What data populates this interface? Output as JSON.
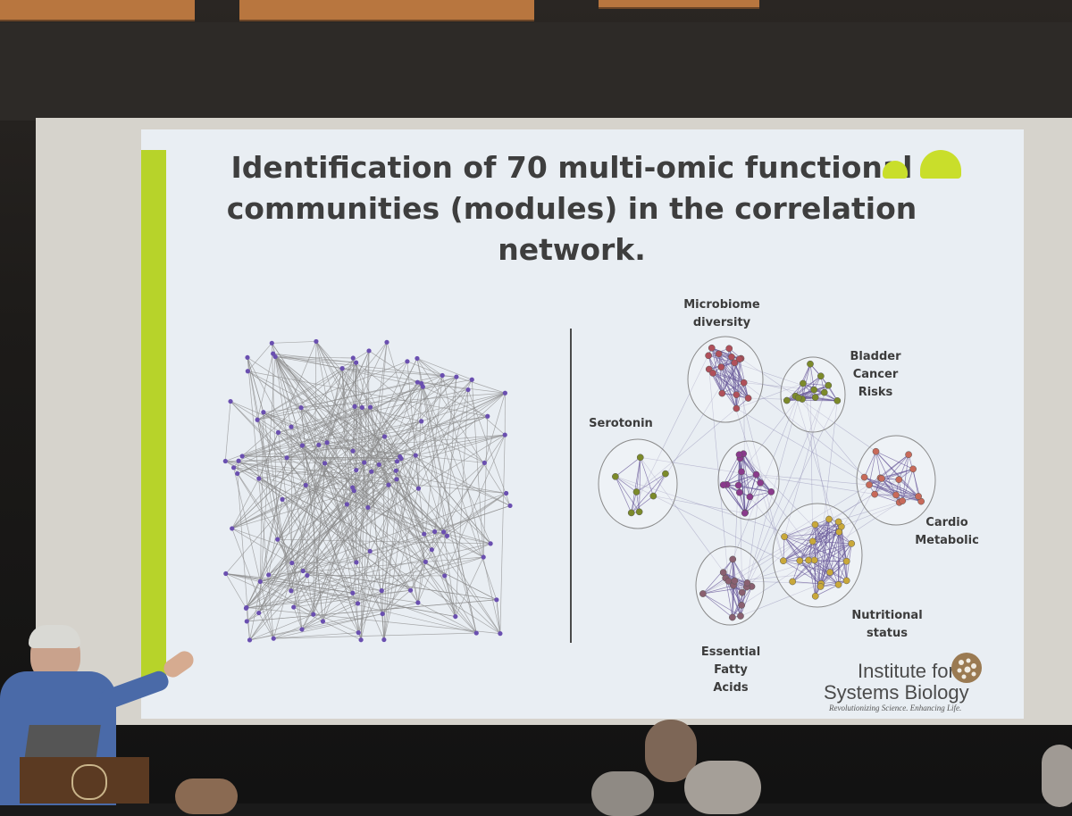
{
  "slide": {
    "title_line1": "Identification of 70 multi-omic functional",
    "title_line2": "communities (modules) in the correlation",
    "title_line3": "network."
  },
  "modules": {
    "microbiome": "Microbiome",
    "microbiome2": "diversity",
    "bladder1": "Bladder",
    "bladder2": "Cancer",
    "bladder3": "Risks",
    "serotonin": "Serotonin",
    "cardio1": "Cardio",
    "cardio2": "Metabolic",
    "nutritional1": "Nutritional",
    "nutritional2": "status",
    "fatty1": "Essential",
    "fatty2": "Fatty",
    "fatty3": "Acids"
  },
  "logo": {
    "line1": "Institute for",
    "line2": "Systems Biology",
    "tagline": "Revolutionizing Science. Enhancing Life."
  },
  "colors": {
    "accent_green": "#b7d32a",
    "node_purple": "#6a4fb0",
    "node_red": "#b0505a",
    "node_olive": "#7c8a2a",
    "node_gold": "#c9a83a",
    "node_magenta": "#8a3a8c",
    "node_salmon": "#c86a5a",
    "node_mauve": "#8a6070"
  }
}
